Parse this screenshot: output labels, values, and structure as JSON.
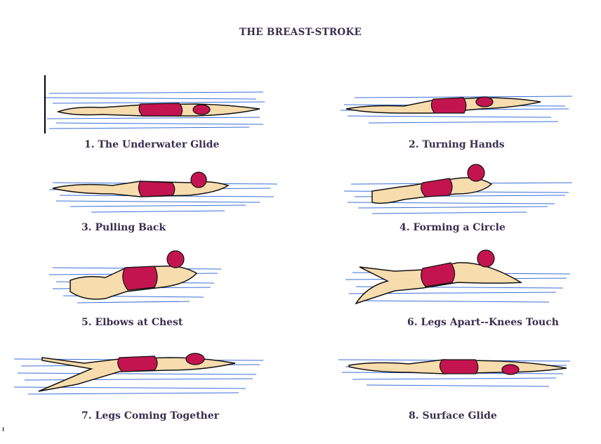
{
  "title": "THE BREAST-STROKE",
  "colors": {
    "water": "#3a6fd8",
    "suit": "#c4144f",
    "cap": "#c4144f",
    "skin": "#f7dcae",
    "outline": "#111111",
    "text": "#3a2e4f"
  },
  "steps": [
    {
      "label": "1. The Underwater Glide"
    },
    {
      "label": "2. Turning Hands"
    },
    {
      "label": "3. Pulling Back"
    },
    {
      "label": "4. Forming a Circle"
    },
    {
      "label": "5. Elbows at Chest"
    },
    {
      "label": "6. Legs Apart--Knees Touch"
    },
    {
      "label": "7. Legs Coming Together"
    },
    {
      "label": "8. Surface Glide"
    }
  ]
}
